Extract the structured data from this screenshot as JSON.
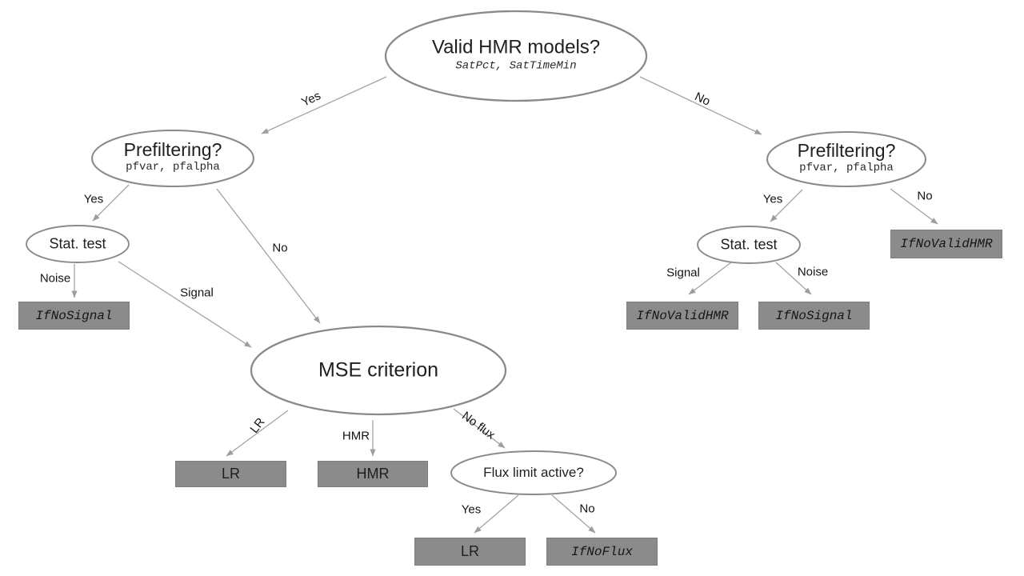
{
  "diagram": {
    "nodes": {
      "valid_hmr": {
        "title": "Valid HMR models?",
        "subtitle": "SatPct, SatTimeMin"
      },
      "prefiltering_left": {
        "title": "Prefiltering?",
        "subtitle": "pfvar, pfalpha"
      },
      "prefiltering_right": {
        "title": "Prefiltering?",
        "subtitle": "pfvar, pfalpha"
      },
      "stat_test_left": {
        "title": "Stat. test"
      },
      "stat_test_right": {
        "title": "Stat. test"
      },
      "mse_criterion": {
        "title": "MSE criterion"
      },
      "flux_limit": {
        "title": "Flux limit active?"
      }
    },
    "outcome_boxes": {
      "if_no_signal_left": "IfNoSignal",
      "lr_left": "LR",
      "hmr": "HMR",
      "lr_bottom": "LR",
      "if_no_flux": "IfNoFlux",
      "if_no_valid_hmr_mid": "IfNoValidHMR",
      "if_no_signal_right": "IfNoSignal",
      "if_no_valid_hmr_right": "IfNoValidHMR"
    },
    "edge_labels": {
      "top_yes": "Yes",
      "top_no": "No",
      "left_pf_yes": "Yes",
      "left_pf_no": "No",
      "left_noise": "Noise",
      "left_signal": "Signal",
      "mse_lr": "LR",
      "mse_hmr": "HMR",
      "mse_no_flux": "No flux",
      "flux_yes": "Yes",
      "flux_no": "No",
      "right_pf_yes": "Yes",
      "right_pf_no": "No",
      "right_signal": "Signal",
      "right_noise": "Noise"
    },
    "colors": {
      "background": "#ffffff",
      "ellipse_stroke": "#8a8a8a",
      "arrow": "#a3a3a3",
      "box_fill": "#8b8b8b",
      "text": "#1f1f1f"
    }
  }
}
